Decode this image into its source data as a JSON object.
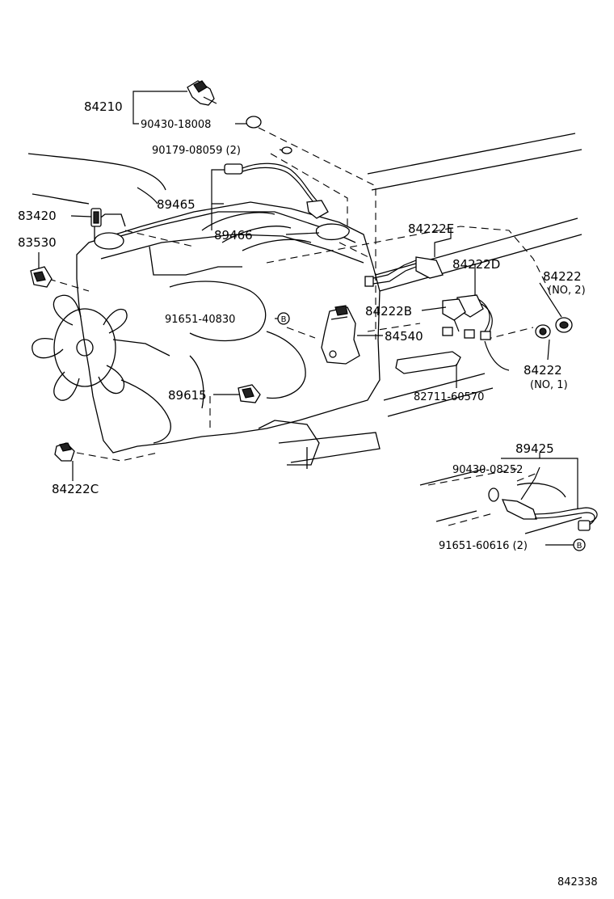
{
  "diagram": {
    "footer_code": "842338",
    "bolt_marker": "B",
    "labels": {
      "p84210": "84210",
      "p90430_18008": "90430-18008",
      "p90179_08059": "90179-08059 (2)",
      "p89465": "89465",
      "p83420": "83420",
      "p89466": "89466",
      "p83530": "83530",
      "p84222E": "84222E",
      "p84222D": "84222D",
      "p84222_no2": "84222",
      "p84222_no2_note": "(NO, 2)",
      "p91651_40830": "91651-40830",
      "p84222B": "84222B",
      "p84540": "84540",
      "p84222_no1": "84222",
      "p84222_no1_note": "(NO, 1)",
      "p89615": "89615",
      "p82711_60570": "82711-60570",
      "p89425": "89425",
      "p90430_08252": "90430-08252",
      "p84222C": "84222C",
      "p91651_60616": "91651-60616 (2)"
    }
  }
}
